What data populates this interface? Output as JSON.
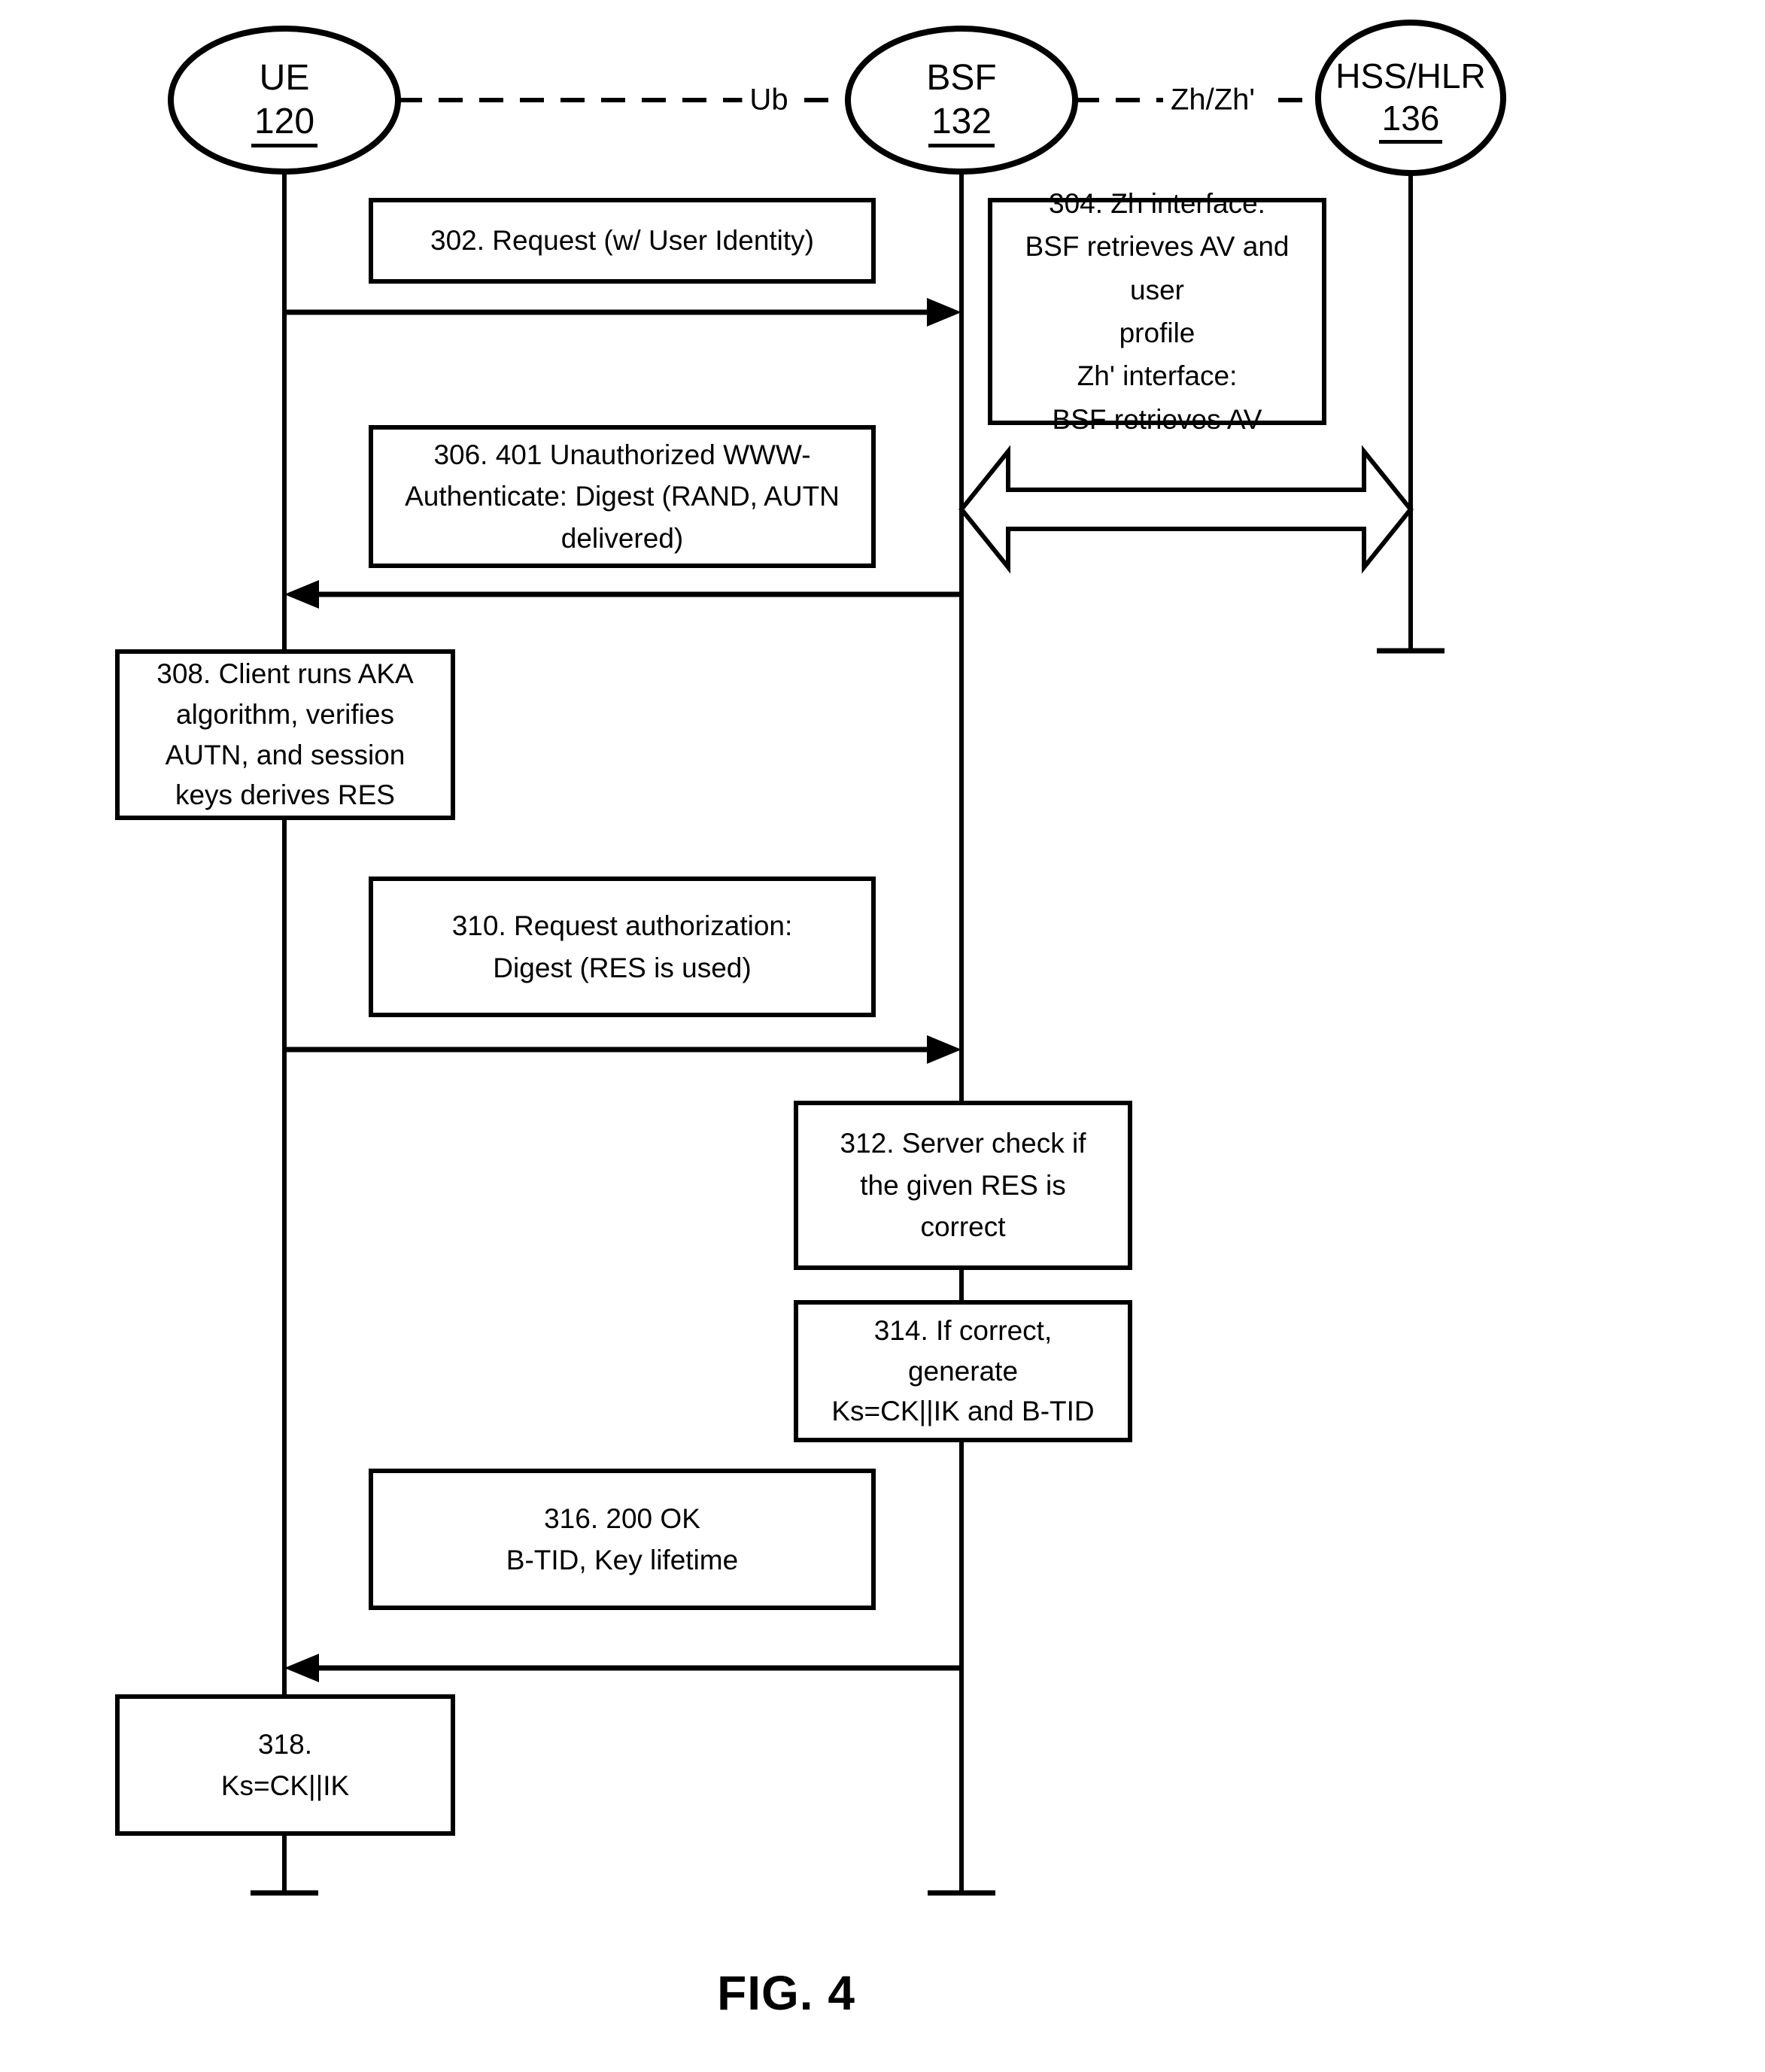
{
  "colors": {
    "ink": "#000000",
    "background": "#ffffff"
  },
  "figure_label": "FIG. 4",
  "entities": {
    "ue": {
      "name": "UE",
      "ref": "120"
    },
    "bsf": {
      "name": "BSF",
      "ref": "132"
    },
    "hss": {
      "name": "HSS/HLR",
      "ref": "136"
    }
  },
  "interfaces": {
    "ub": "Ub",
    "zh": "Zh/Zh'"
  },
  "steps": {
    "s302": "302. Request (w/ User Identity)",
    "s304": "304. Zh interface:\nBSF retrieves AV and user\nprofile\nZh' interface:\nBSF retrieves AV",
    "s306": "306. 401 Unauthorized WWW-\nAuthenticate: Digest (RAND, AUTN\ndelivered)",
    "s308": "308. Client runs AKA\nalgorithm, verifies\nAUTN, and session\nkeys derives RES",
    "s310": "310. Request authorization:\nDigest (RES is used)",
    "s312": "312. Server check if\nthe given RES is\ncorrect",
    "s314": "314. If correct,\ngenerate\nKs=CK||IK and B-TID",
    "s316": "316. 200 OK\nB-TID, Key lifetime",
    "s318": "318.\nKs=CK||IK"
  }
}
